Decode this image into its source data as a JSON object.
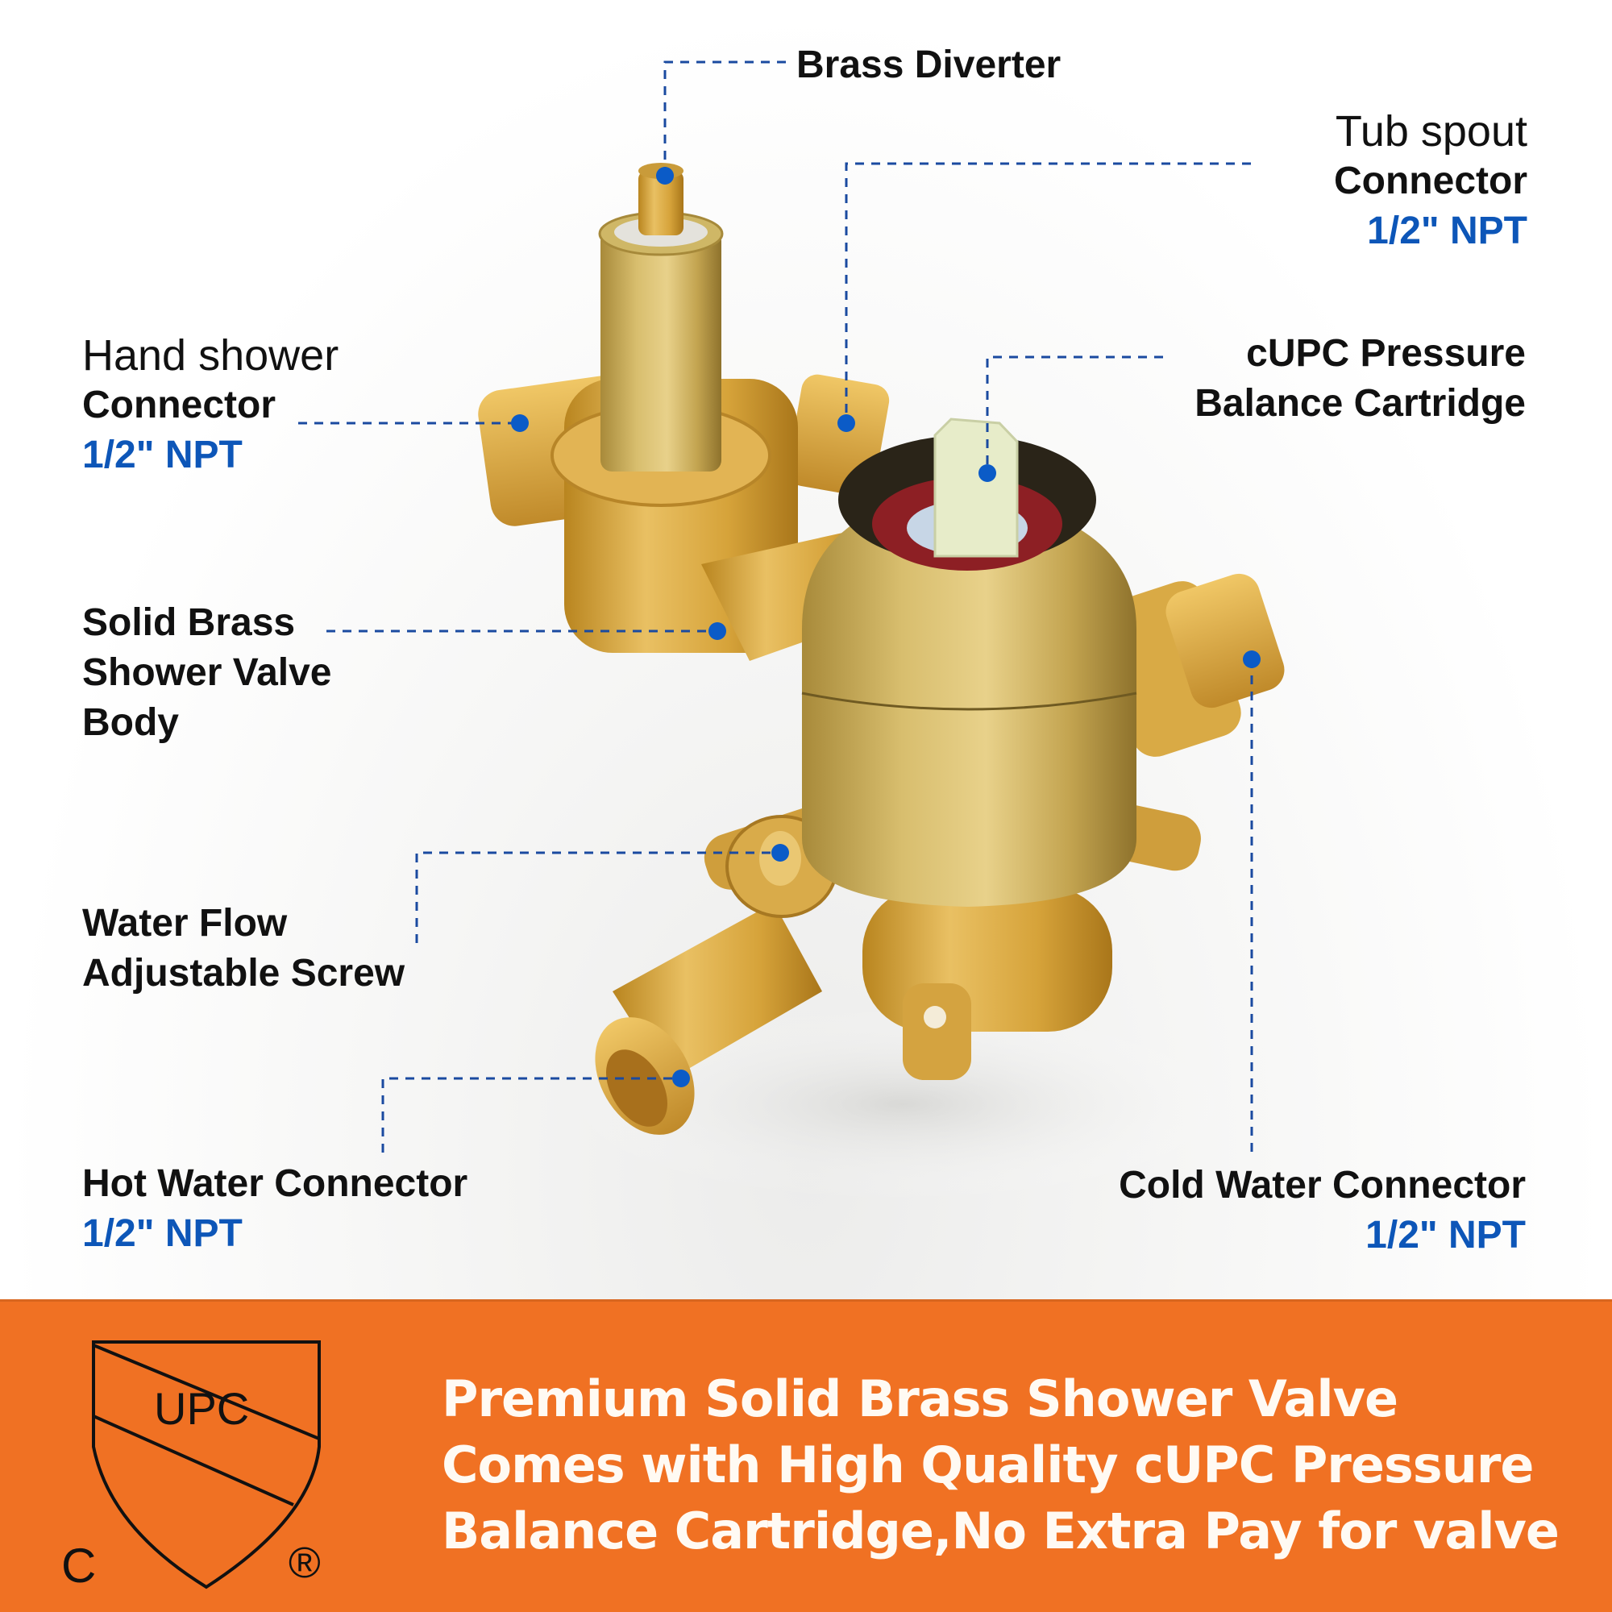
{
  "product": {
    "name": "Solid Brass Shower Valve",
    "colors": {
      "leader_line": "#1a4aa0",
      "callout_dot": "#0b5bc7",
      "npt_text": "#0d56b8",
      "banner_bg": "#f07123",
      "banner_text": "#fffaf3",
      "brass": "#d8a638",
      "brushed_gold": "#c6a84a"
    }
  },
  "callouts": {
    "brass_diverter": {
      "title": "Brass Diverter"
    },
    "tub_spout": {
      "line1": "Tub spout",
      "line2": "Connector",
      "spec": "1/2\" NPT"
    },
    "cartridge": {
      "line1": "cUPC Pressure",
      "line2": "Balance Cartridge"
    },
    "hand_shower": {
      "line1": "Hand shower",
      "line2": "Connector",
      "spec": "1/2\" NPT"
    },
    "valve_body": {
      "line1": "Solid Brass",
      "line2": "Shower Valve",
      "line3": "Body"
    },
    "flow_screw": {
      "line1": "Water Flow",
      "line2": "Adjustable Screw"
    },
    "hot_water": {
      "line1": "Hot Water Connector",
      "spec": "1/2\" NPT"
    },
    "cold_water": {
      "line1": "Cold Water Connector",
      "spec": "1/2\" NPT"
    }
  },
  "certification": {
    "shield_text": "UPC",
    "left_mark": "C",
    "registered_mark": "®"
  },
  "banner": {
    "lines": [
      "Premium Solid Brass Shower Valve",
      "Comes with High Quality cUPC Pressure",
      "Balance Cartridge,No Extra Pay for valve"
    ]
  }
}
